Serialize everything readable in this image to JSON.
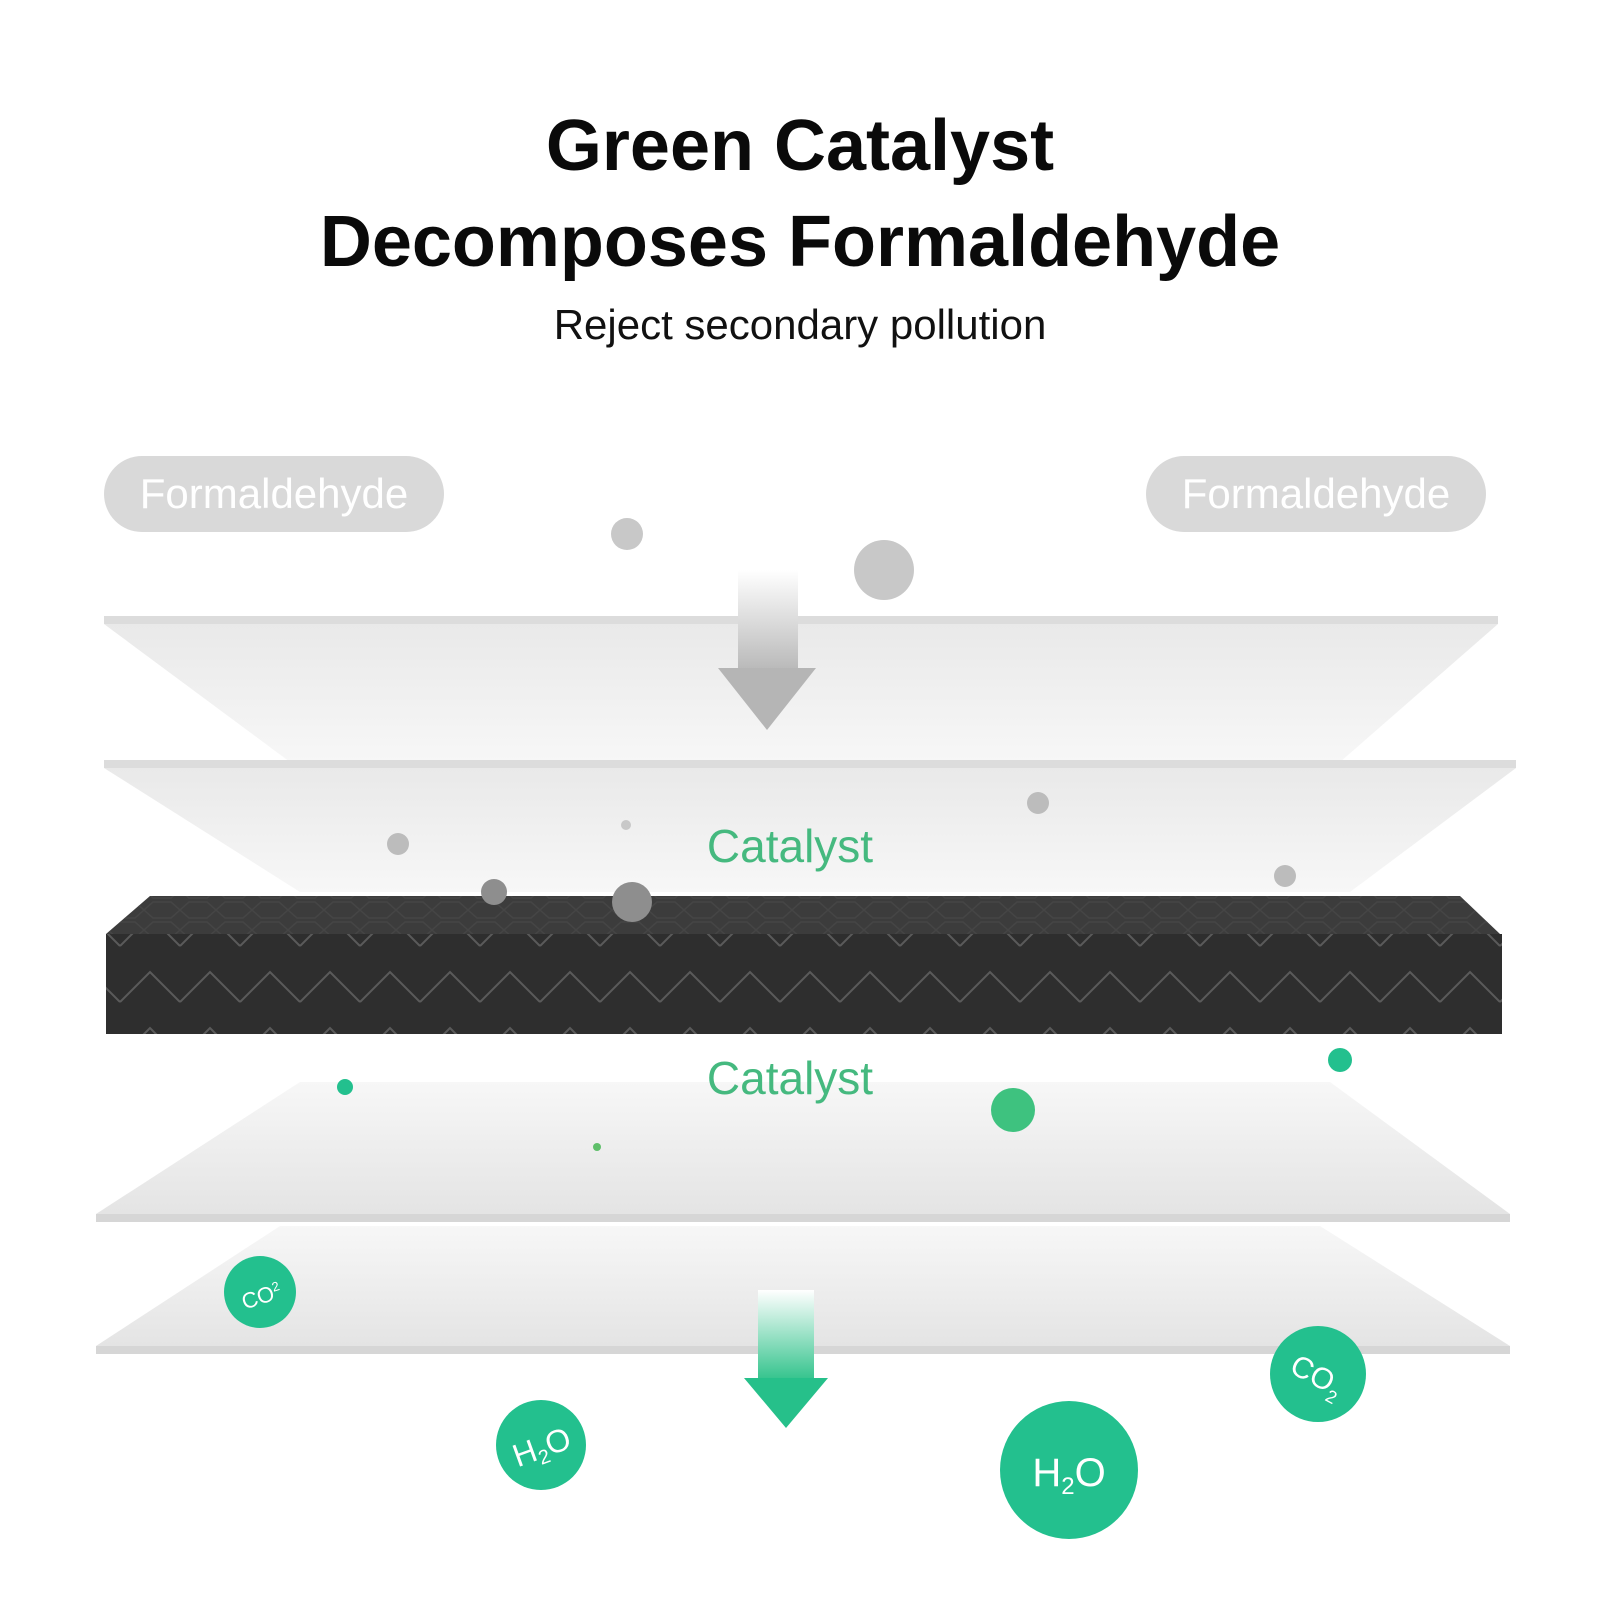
{
  "header": {
    "title_line1": "Green Catalyst",
    "title_line2": "Decomposes Formaldehyde",
    "subtitle": "Reject secondary pollution"
  },
  "inputs": {
    "left_label": "Formaldehyde",
    "right_label": "Formaldehyde"
  },
  "layers": {
    "upper_catalyst_label": "Catalyst",
    "lower_catalyst_label": "Catalyst"
  },
  "outputs": {
    "co2_label": "CO",
    "co2_sub": "2",
    "h2o_label_h": "H",
    "h2o_sub": "2",
    "h2o_label_o": "O"
  },
  "colors": {
    "pollutant_gray": "#c8c8c8",
    "catalyst_green": "#45b97f",
    "molecule_green": "#23c08e",
    "carbon_layer": "#333333",
    "pill_gray": "#d9d9d9"
  }
}
